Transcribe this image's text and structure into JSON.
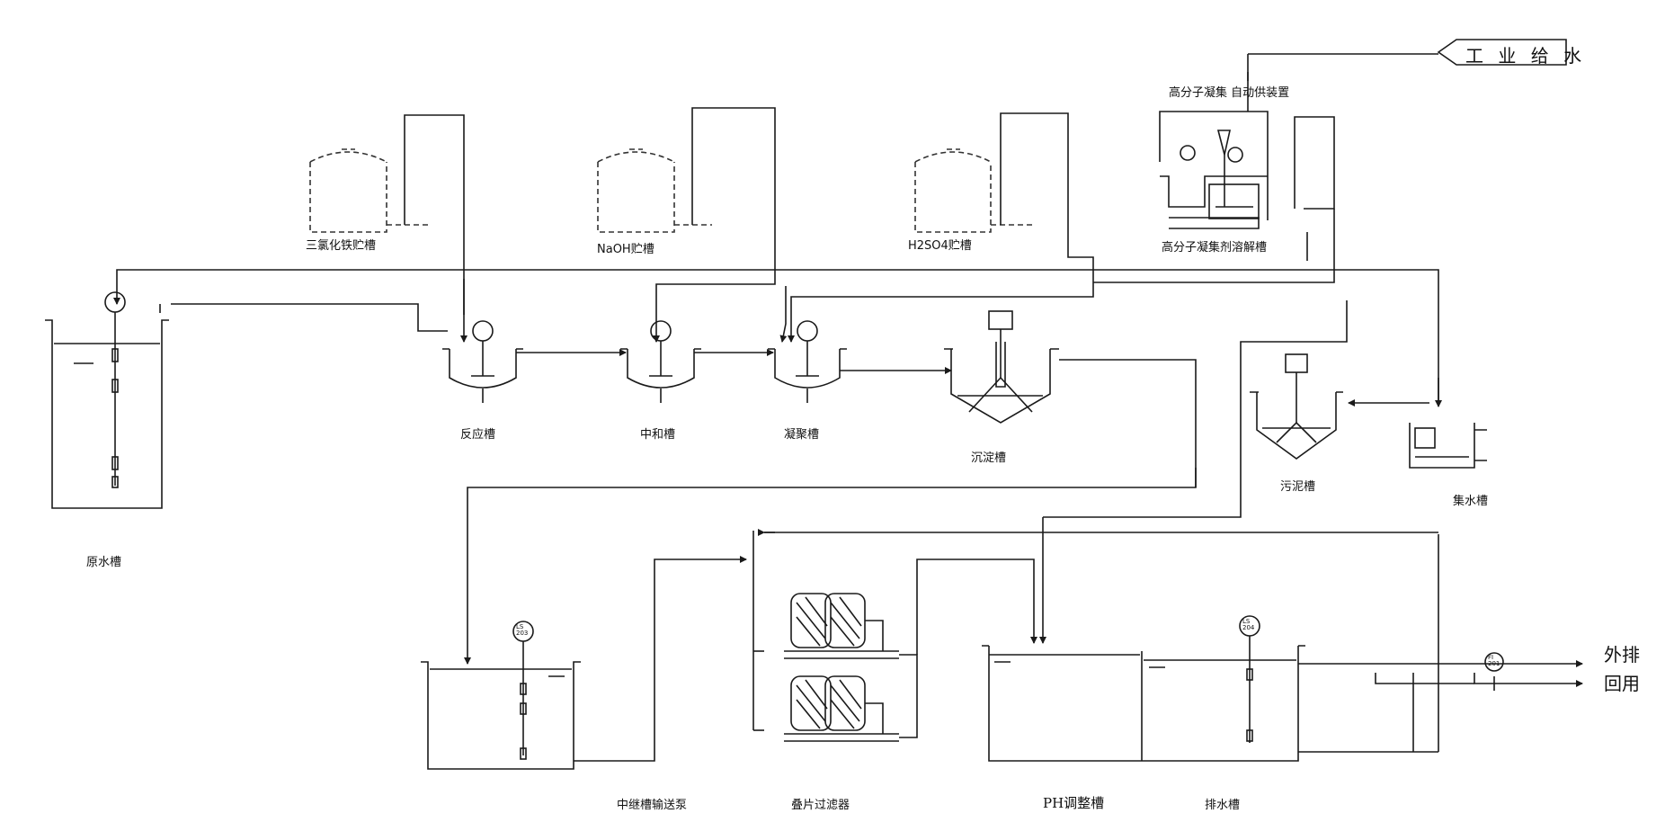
{
  "labels": {
    "ferric_tank": "三氯化铁贮槽",
    "naoh_tank": "NaOH贮槽",
    "h2so4_tank": "H2SO4贮槽",
    "polymer_supply": "高分子凝集 自动供装置",
    "polymer_tank": "高分子凝集剂溶解槽",
    "industrial_water": "工 业 给 水",
    "raw_tank": "原水槽",
    "reaction_tank": "反应槽",
    "neutralization_tank": "中和槽",
    "coagulation_tank": "凝聚槽",
    "sedimentation_tank": "沉淀槽",
    "sludge_tank": "污泥槽",
    "collection_tank": "集水槽",
    "relay_pump": "中继槽输送泵",
    "disc_filter": "叠片过滤器",
    "ph_tank": "PH调整槽",
    "drain_tank": "排水槽",
    "discharge": "外排",
    "reuse": "回用"
  },
  "instruments": {
    "ls_relay": "LS\n203",
    "ls_drain": "LS\n204",
    "fi": "FI\n201"
  },
  "colors": {
    "line": "#1a1a1a",
    "dashed": "#333333",
    "background": "#ffffff"
  }
}
